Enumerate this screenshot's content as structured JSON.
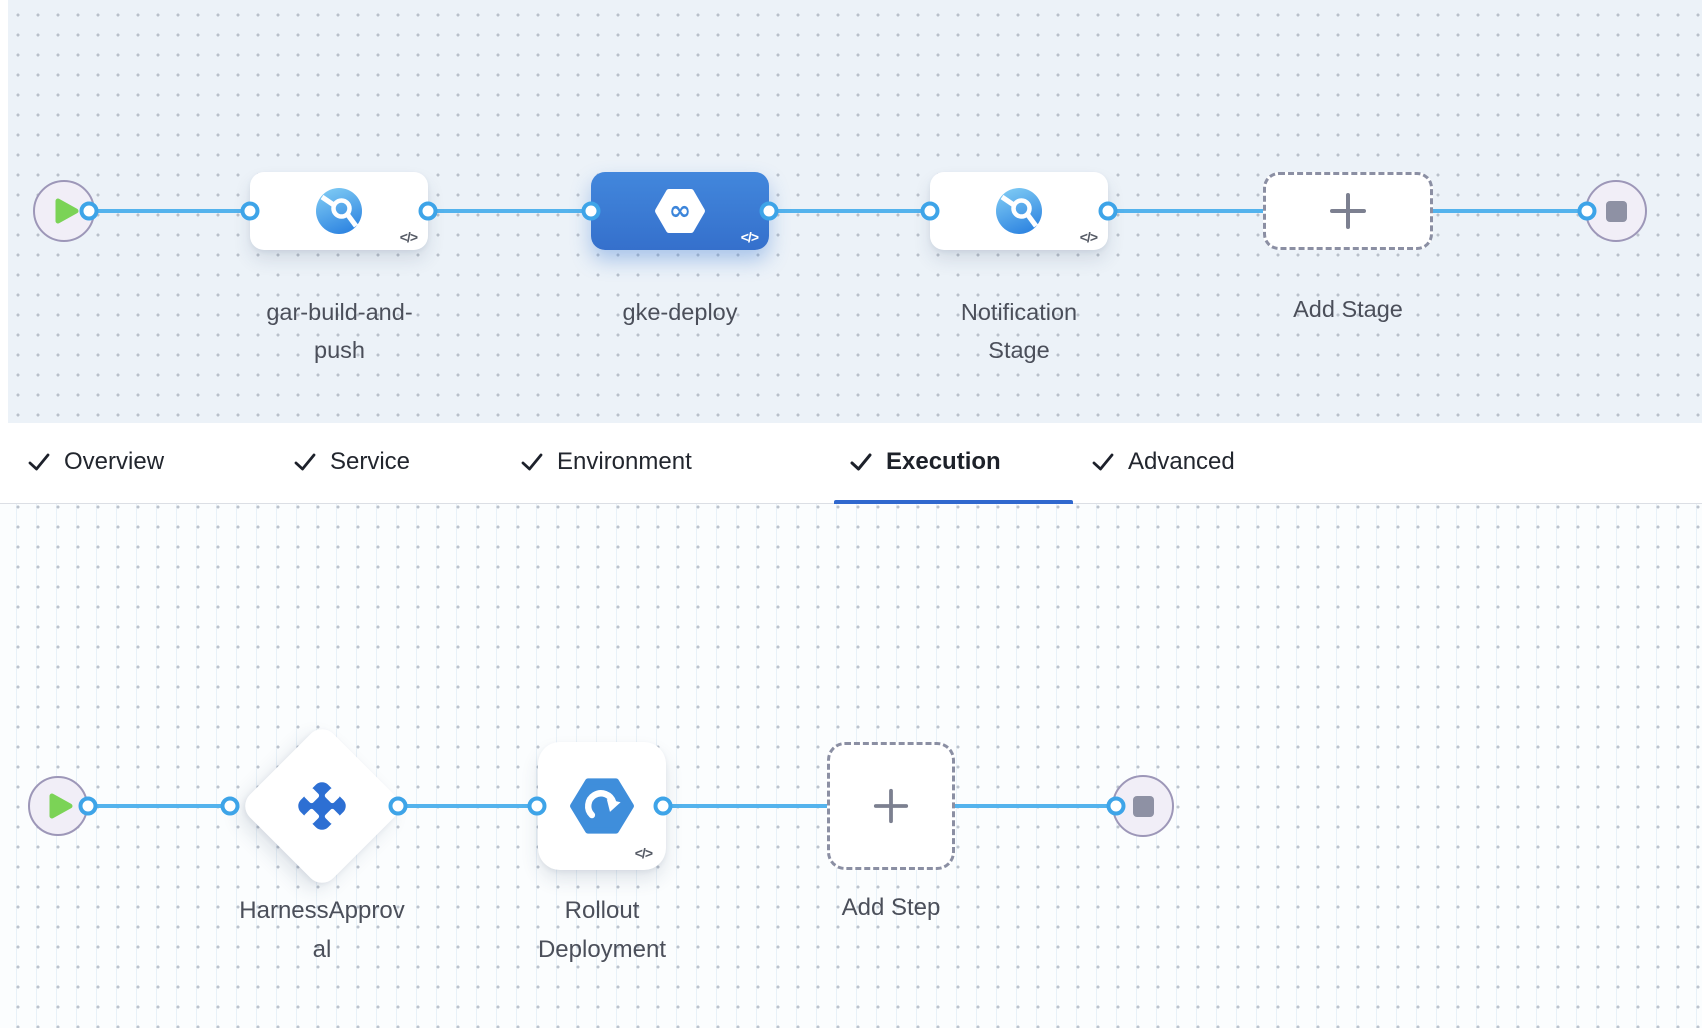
{
  "stage_pipeline": {
    "code_badge": "</>",
    "stages": [
      {
        "name": "gar-build-and-push",
        "type": "custom-stage",
        "selected": false
      },
      {
        "name": "gke-deploy",
        "type": "deploy-stage",
        "selected": true
      },
      {
        "name": "Notification Stage",
        "type": "custom-stage",
        "selected": false
      }
    ],
    "add_stage_label": "Add Stage"
  },
  "tabs": {
    "active": "Execution",
    "items": [
      {
        "label": "Overview",
        "checked": true
      },
      {
        "label": "Service",
        "checked": true
      },
      {
        "label": "Environment",
        "checked": true
      },
      {
        "label": "Execution",
        "checked": true
      },
      {
        "label": "Advanced",
        "checked": true
      }
    ]
  },
  "execution_pipeline": {
    "code_badge": "</>",
    "steps": [
      {
        "name": "HarnessApproval",
        "type": "approval-step"
      },
      {
        "name": "Rollout Deployment",
        "type": "gke-rollout-step"
      }
    ],
    "add_step_label": "Add Step"
  },
  "colors": {
    "canvas_top_bg": "#ecf2f8",
    "canvas_bottom_bg": "#fbfdfe",
    "connector_blue": "#54b3ed",
    "dot_ring_blue": "#3ea4e8",
    "selected_stage_blue": "#3b7ed6",
    "tab_underline_blue": "#3068ce",
    "terminal_fill": "#f1eef7",
    "terminal_border": "#9d97b8",
    "play_green": "#7bd356",
    "stop_gray": "#8e91a4",
    "label_gray": "#4b4f5a",
    "approval_icon_blue": "#2d6fd3",
    "rollout_icon_blue": "#3f8edb"
  }
}
